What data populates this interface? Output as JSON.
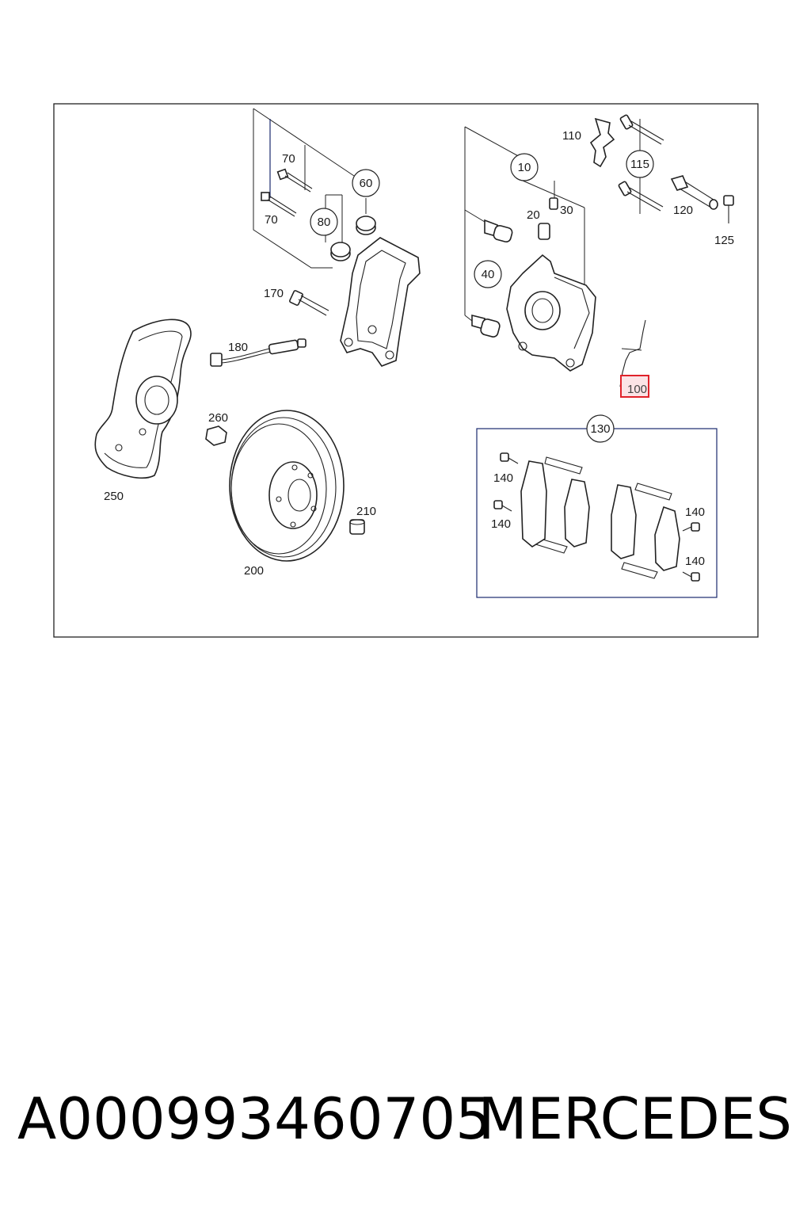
{
  "diagram": {
    "labels": {
      "l10": "10",
      "l20": "20",
      "l30": "30",
      "l40": "40",
      "l60": "60",
      "l70a": "70",
      "l70b": "70",
      "l80": "80",
      "l100": "100",
      "l110": "110",
      "l115": "115",
      "l120": "120",
      "l125": "125",
      "l130": "130",
      "l140a": "140",
      "l140b": "140",
      "l140c": "140",
      "l140d": "140",
      "l170": "170",
      "l180": "180",
      "l200": "200",
      "l210": "210",
      "l250": "250",
      "l260": "260"
    },
    "highlighted_part": "100",
    "colors": {
      "highlight_border": "#e0222a",
      "highlight_fill": "#fbe3e6",
      "group_lines": "#1a2a6e"
    }
  },
  "caption": {
    "part_number": "A000993460705",
    "brand": "MERCEDES"
  }
}
